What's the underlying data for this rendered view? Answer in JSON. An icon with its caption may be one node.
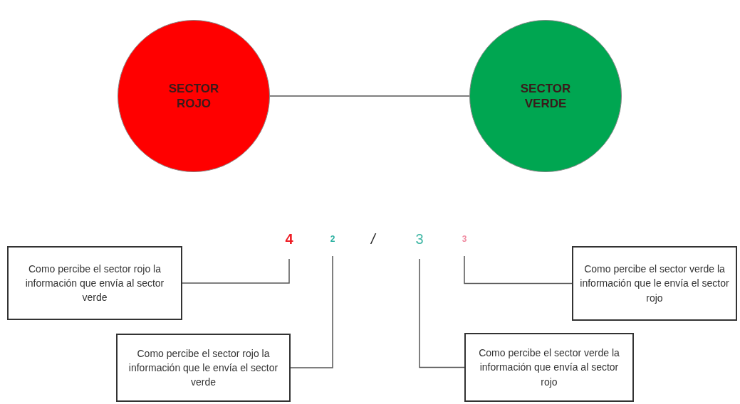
{
  "diagram": {
    "nodes": [
      {
        "text": [
          "SECTOR ROJO"
        ]
      },
      {
        "text": [
          "SECTOR VERDE"
        ]
      },
      {
        "text": [
          "4"
        ]
      },
      {
        "text": [
          "2"
        ]
      },
      {
        "text": [
          "3"
        ]
      },
      {
        "text": [
          "3"
        ]
      },
      {
        "text": [
          "Como percibe el sector rojo la información que envía al sector verde"
        ]
      },
      {
        "text": [
          "Como percibe el sector verde la información que le envía el sector rojo"
        ]
      },
      {
        "text": [
          "Como percibe el sector rojo la información que le envía el sector verde"
        ]
      },
      {
        "text": [
          "Como percibe el sector verde la información que envía al sector rojo"
        ]
      }
    ],
    "edges": [
      {
        "from": 0,
        "to": 1,
        "arrow": "none"
      },
      {
        "from": 6,
        "to": 2,
        "arrow": "none"
      },
      {
        "from": 8,
        "to": 3,
        "arrow": "none"
      },
      {
        "from": 9,
        "to": 4,
        "arrow": "none"
      },
      {
        "from": 7,
        "to": 5,
        "arrow": "none"
      }
    ],
    "labels": [
      "/"
    ]
  }
}
